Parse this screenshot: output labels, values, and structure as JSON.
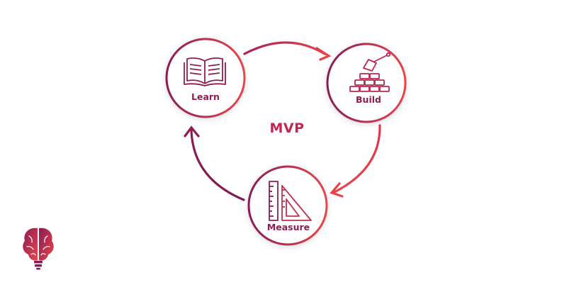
{
  "center": {
    "label": "MVP"
  },
  "nodes": {
    "learn": {
      "label": "Learn",
      "icon": "open-book-icon"
    },
    "build": {
      "label": "Build",
      "icon": "trowel-bricks-icon"
    },
    "measure": {
      "label": "Measure",
      "icon": "ruler-triangle-icon"
    }
  },
  "logo": {
    "icon": "brain-lightbulb-icon"
  },
  "colors": {
    "gradient_start": "#8a1c55",
    "gradient_end": "#e8454a",
    "background": "#ffffff"
  }
}
